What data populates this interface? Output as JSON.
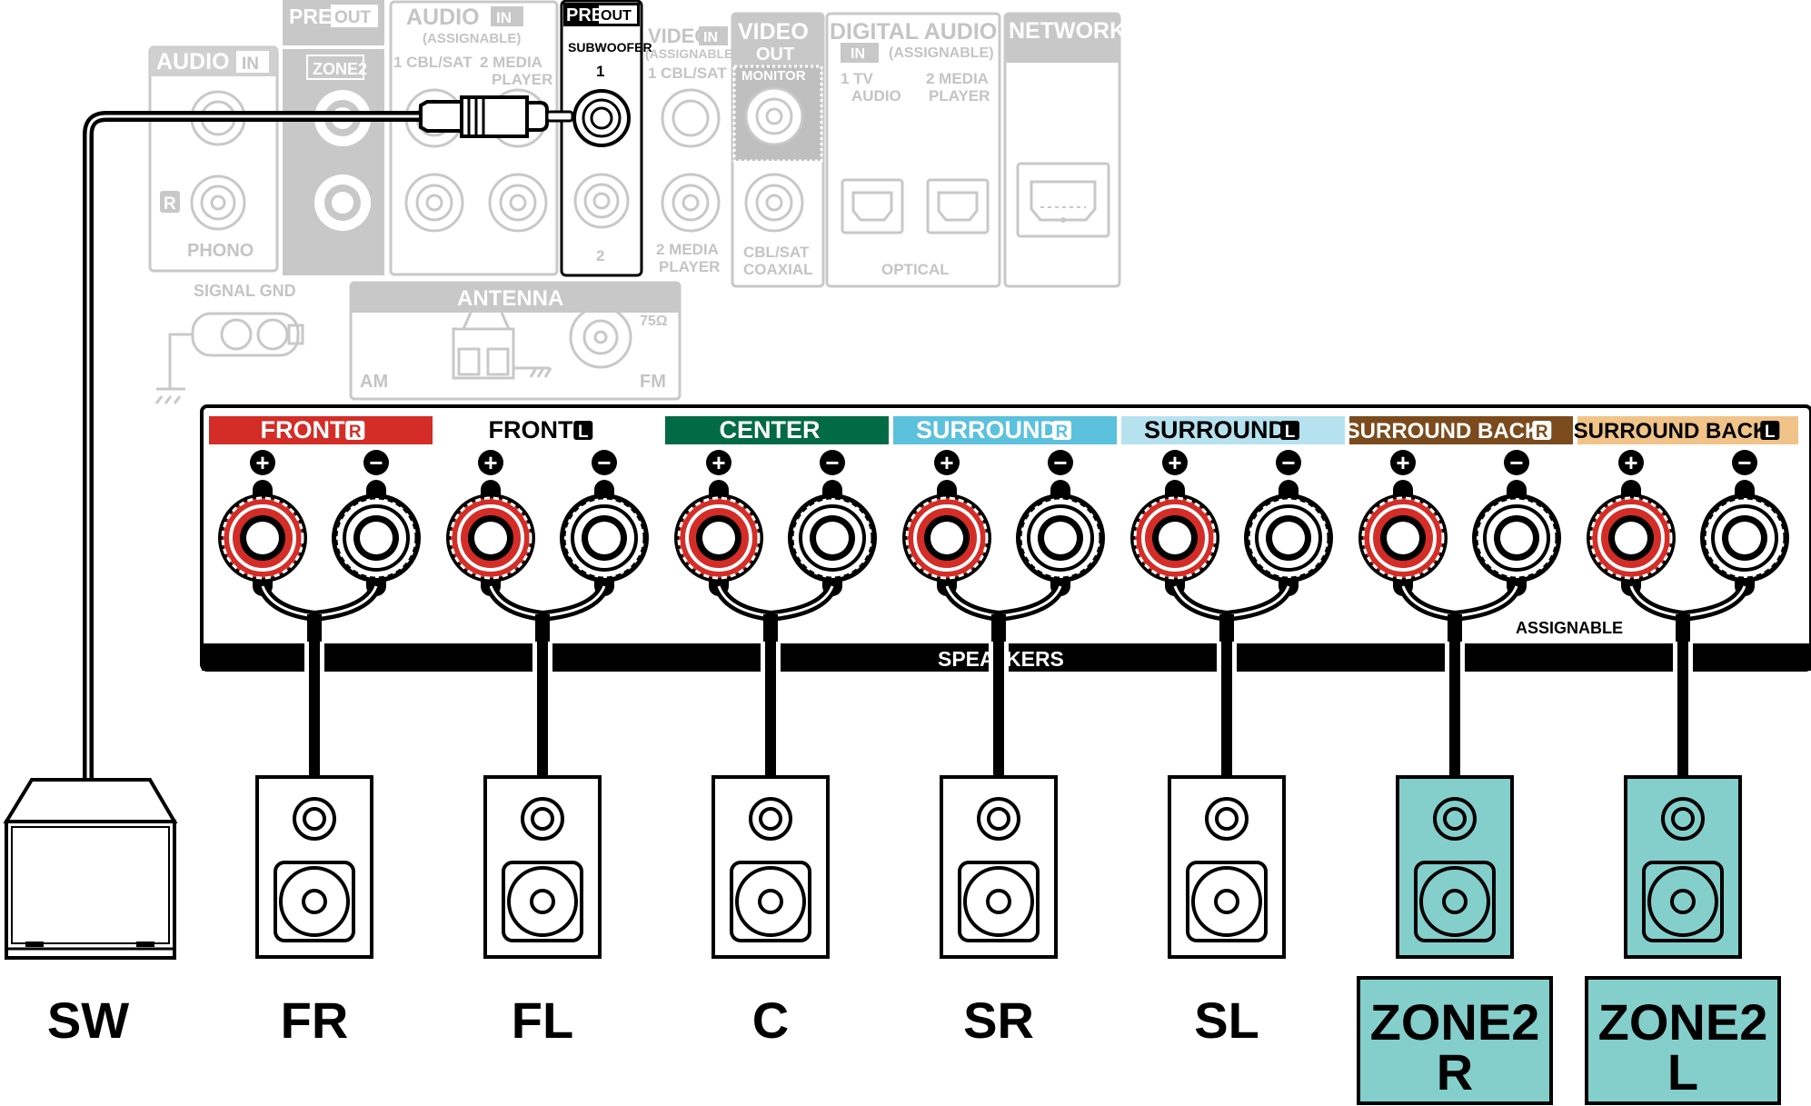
{
  "rear_panel": {
    "audio_in_left": {
      "title": "AUDIO",
      "badge": "IN",
      "r_marker": "R",
      "phono": "PHONO"
    },
    "pre_out_zone2": {
      "pre": "PRE",
      "out": "OUT",
      "zone": "ZONE2"
    },
    "audio_in_assignable": {
      "title": "AUDIO",
      "badge": "IN",
      "sub": "(ASSIGNABLE)",
      "in1": "1 CBL/SAT",
      "in2": "2  MEDIA",
      "in2b": "PLAYER"
    },
    "pre_out_subwoofer": {
      "pre": "PRE",
      "out": "OUT",
      "name": "SUBWOOFER",
      "n1": "1",
      "n2": "2"
    },
    "video_in": {
      "title": "VIDEO",
      "badge": "IN",
      "sub": "(ASSIGNABLE)",
      "in1": "1 CBL/SAT",
      "in2": "2 MEDIA",
      "in2b": "PLAYER"
    },
    "video_out": {
      "title": "VIDEO",
      "out": "OUT",
      "monitor": "MONITOR",
      "coax": "CBL/SAT",
      "coax2": "COAXIAL"
    },
    "digital_audio": {
      "title": "DIGITAL AUDIO",
      "badge": "IN",
      "sub": "(ASSIGNABLE)",
      "in1": "1   TV",
      "in1b": "AUDIO",
      "in2": "2 MEDIA",
      "in2b": "PLAYER",
      "optical": "OPTICAL"
    },
    "network": {
      "title": "NETWORK"
    },
    "signal_gnd": "SIGNAL GND",
    "antenna": {
      "title": "ANTENNA",
      "am": "AM",
      "fm": "FM",
      "ohm": "75Ω"
    }
  },
  "speakers_panel": {
    "label_left": "SPEA",
    "label_right": "KERS",
    "assignable": "ASSIGNABLE",
    "plus": "+",
    "minus": "−",
    "channels": [
      {
        "name": "FRONT",
        "side": "R",
        "color": "#d42d27",
        "text_color": "#ffffff"
      },
      {
        "name": "FRONT",
        "side": "L",
        "color": "#ffffff",
        "text_color": "#000000"
      },
      {
        "name": "CENTER",
        "side": "",
        "color": "#006b45",
        "text_color": "#ffffff"
      },
      {
        "name": "SURROUND",
        "side": "R",
        "color": "#5bc1dd",
        "text_color": "#ffffff"
      },
      {
        "name": "SURROUND",
        "side": "L",
        "color": "#b6e2ef",
        "text_color": "#000000"
      },
      {
        "name": "SURROUND BACK",
        "side": "R",
        "color": "#7b4a1d",
        "text_color": "#ffffff"
      },
      {
        "name": "SURROUND BACK",
        "side": "L",
        "color": "#f1c389",
        "text_color": "#000000"
      }
    ]
  },
  "speakers": [
    {
      "label": "FR",
      "zone2": false
    },
    {
      "label": "FL",
      "zone2": false
    },
    {
      "label": "C",
      "zone2": false
    },
    {
      "label": "SR",
      "zone2": false
    },
    {
      "label": "SL",
      "zone2": false
    },
    {
      "label_line1": "ZONE2",
      "label_line2": "R",
      "zone2": true
    },
    {
      "label_line1": "ZONE2",
      "label_line2": "L",
      "zone2": true
    }
  ],
  "subwoofer_label": "SW",
  "colors": {
    "zone2_fill": "#84cfcc",
    "terminal_red": "#d42d27",
    "panel_gray": "#c8c8c8"
  }
}
